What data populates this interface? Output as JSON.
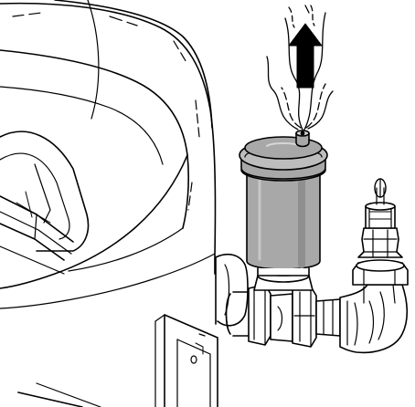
{
  "diagram": {
    "colors": {
      "line": "#000000",
      "background": "#ffffff",
      "vent_body": "#a8a8a8",
      "vent_body_shade": "#8f8f8f",
      "vent_highlight": "#d6d6d6",
      "arrow": "#000000"
    },
    "parts": [
      "air-vent",
      "air-vent-cap",
      "vent-outlet",
      "escaping-air-arrow",
      "pipe-tee",
      "elbow-fitting",
      "safety-valve",
      "tank-shell",
      "mounting-bracket"
    ]
  }
}
